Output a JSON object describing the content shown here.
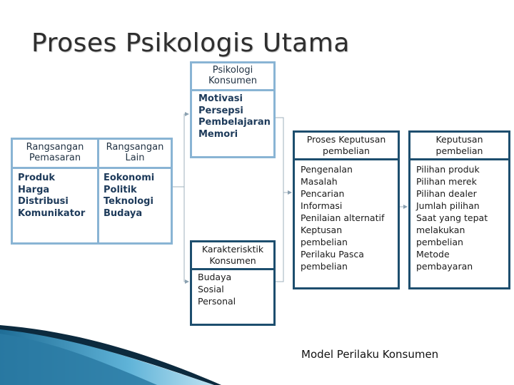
{
  "title": "Proses Psikologis Utama",
  "psikologi": {
    "header": [
      "Psikologi",
      "Konsumen"
    ],
    "items": [
      "Motivasi",
      "Persepsi",
      "Pembelajaran",
      "Memori"
    ]
  },
  "rangsangan_pemasaran": {
    "header": [
      "Rangsangan",
      "Pemasaran"
    ],
    "items": [
      "Produk",
      "Harga",
      "Distribusi",
      "Komunikator"
    ]
  },
  "rangsangan_lain": {
    "header": [
      "Rangsangan",
      "Lain"
    ],
    "items": [
      "Eokonomi",
      "Politik",
      "Teknologi",
      "Budaya"
    ]
  },
  "karakteristik": {
    "header": [
      "Karakterisktik",
      "Konsumen"
    ],
    "items": [
      "Budaya",
      "Sosial",
      "Personal"
    ]
  },
  "proses_keputusan": {
    "header": [
      "Proses Keputusan",
      "pembelian"
    ],
    "items": [
      "Pengenalan",
      "Masalah",
      "Pencarian",
      "Informasi",
      "Penilaian alternatif",
      "Keptusan",
      "pembelian",
      "Perilaku Pasca",
      "pembelian"
    ]
  },
  "keputusan_pembelian": {
    "header": [
      "Keputusan",
      "pembelian"
    ],
    "items": [
      "Pilihan produk",
      "Pilihan merek",
      "Pilihan dealer",
      "Jumlah pilihan",
      "Saat yang tepat",
      "melakukan",
      "pembelian",
      "Metode",
      "pembayaran"
    ]
  },
  "caption": "Model Perilaku Konsumen",
  "colors": {
    "light_border": "#89b4d4",
    "dark_border": "#1d4e6e",
    "wave_dark": "#0c2a3e",
    "wave_mid": "#2a7aa3",
    "wave_light": "#7cc3e0"
  }
}
